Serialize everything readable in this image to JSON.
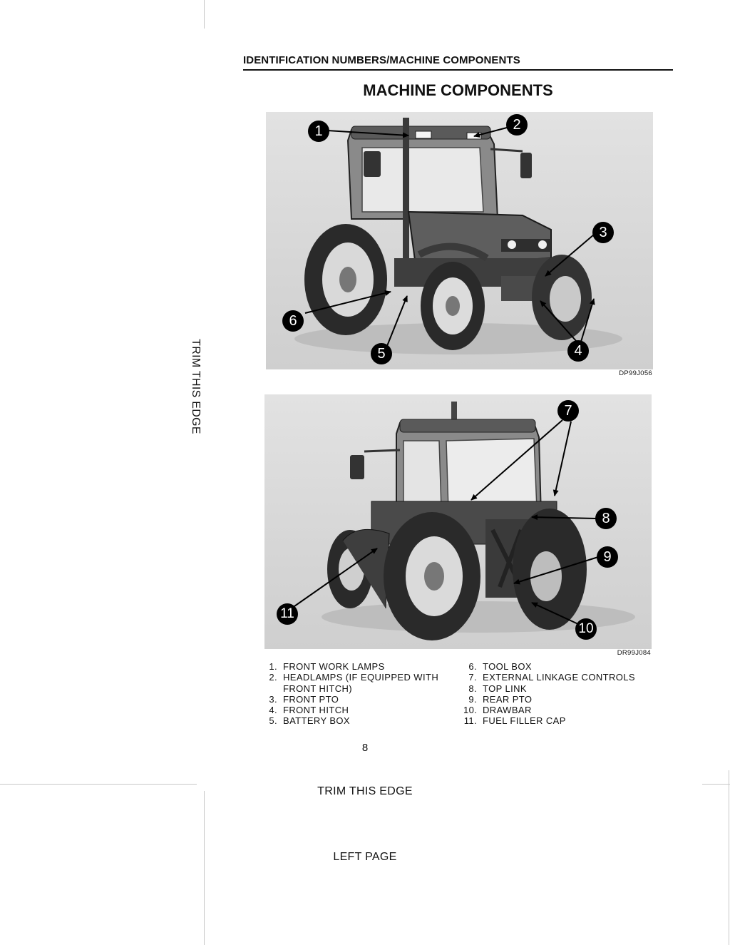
{
  "header": {
    "section_title": "IDENTIFICATION NUMBERS/MACHINE COMPONENTS",
    "page_title": "MACHINE COMPONENTS"
  },
  "side_trim_label": "TRIM THIS EDGE",
  "figures": [
    {
      "code": "DP99J056",
      "callouts": [
        "1",
        "2",
        "3",
        "4",
        "5",
        "6"
      ]
    },
    {
      "code": "DR99J084",
      "callouts": [
        "7",
        "8",
        "9",
        "10",
        "11"
      ]
    }
  ],
  "legend": {
    "left": [
      {
        "num": "1.",
        "text": "FRONT WORK LAMPS"
      },
      {
        "num": "2.",
        "text": "HEADLAMPS (IF EQUIPPED WITH"
      },
      {
        "num": "",
        "text": "FRONT HITCH)"
      },
      {
        "num": "3.",
        "text": "FRONT PTO"
      },
      {
        "num": "4.",
        "text": "FRONT HITCH"
      },
      {
        "num": "5.",
        "text": "BATTERY BOX"
      }
    ],
    "right": [
      {
        "num": "6.",
        "text": "TOOL BOX"
      },
      {
        "num": "7.",
        "text": "EXTERNAL LINKAGE CONTROLS"
      },
      {
        "num": "8.",
        "text": "TOP LINK"
      },
      {
        "num": "9.",
        "text": "REAR PTO"
      },
      {
        "num": "10.",
        "text": "DRAWBAR"
      },
      {
        "num": "11.",
        "text": "FUEL FILLER CAP"
      }
    ]
  },
  "page_number": "8",
  "bottom_trim_label": "TRIM THIS EDGE",
  "page_side_label": "LEFT PAGE"
}
